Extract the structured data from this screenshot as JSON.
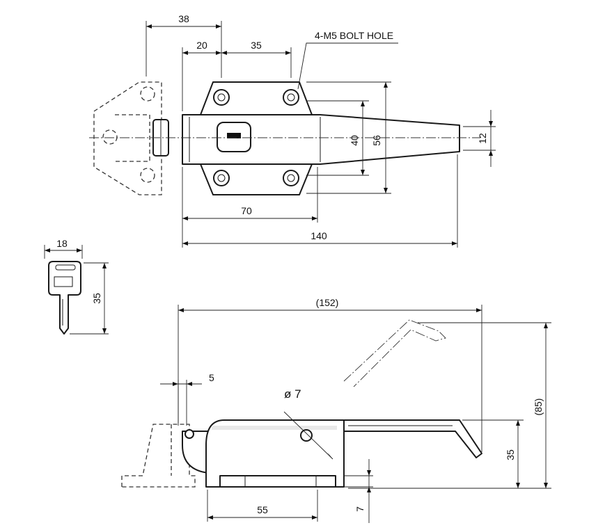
{
  "callouts": {
    "bolt_hole": "4-M5 BOLT HOLE",
    "hole_diameter": "ø 7"
  },
  "top_view": {
    "dim_38": "38",
    "dim_20": "20",
    "dim_35": "35",
    "dim_40": "40",
    "dim_56": "56",
    "dim_12": "12",
    "dim_70": "70",
    "dim_140": "140"
  },
  "key_view": {
    "dim_18": "18",
    "dim_35": "35"
  },
  "side_view": {
    "dim_152": "(152)",
    "dim_5": "5",
    "dim_85": "(85)",
    "dim_35": "35",
    "dim_55": "55",
    "dim_7": "7"
  }
}
